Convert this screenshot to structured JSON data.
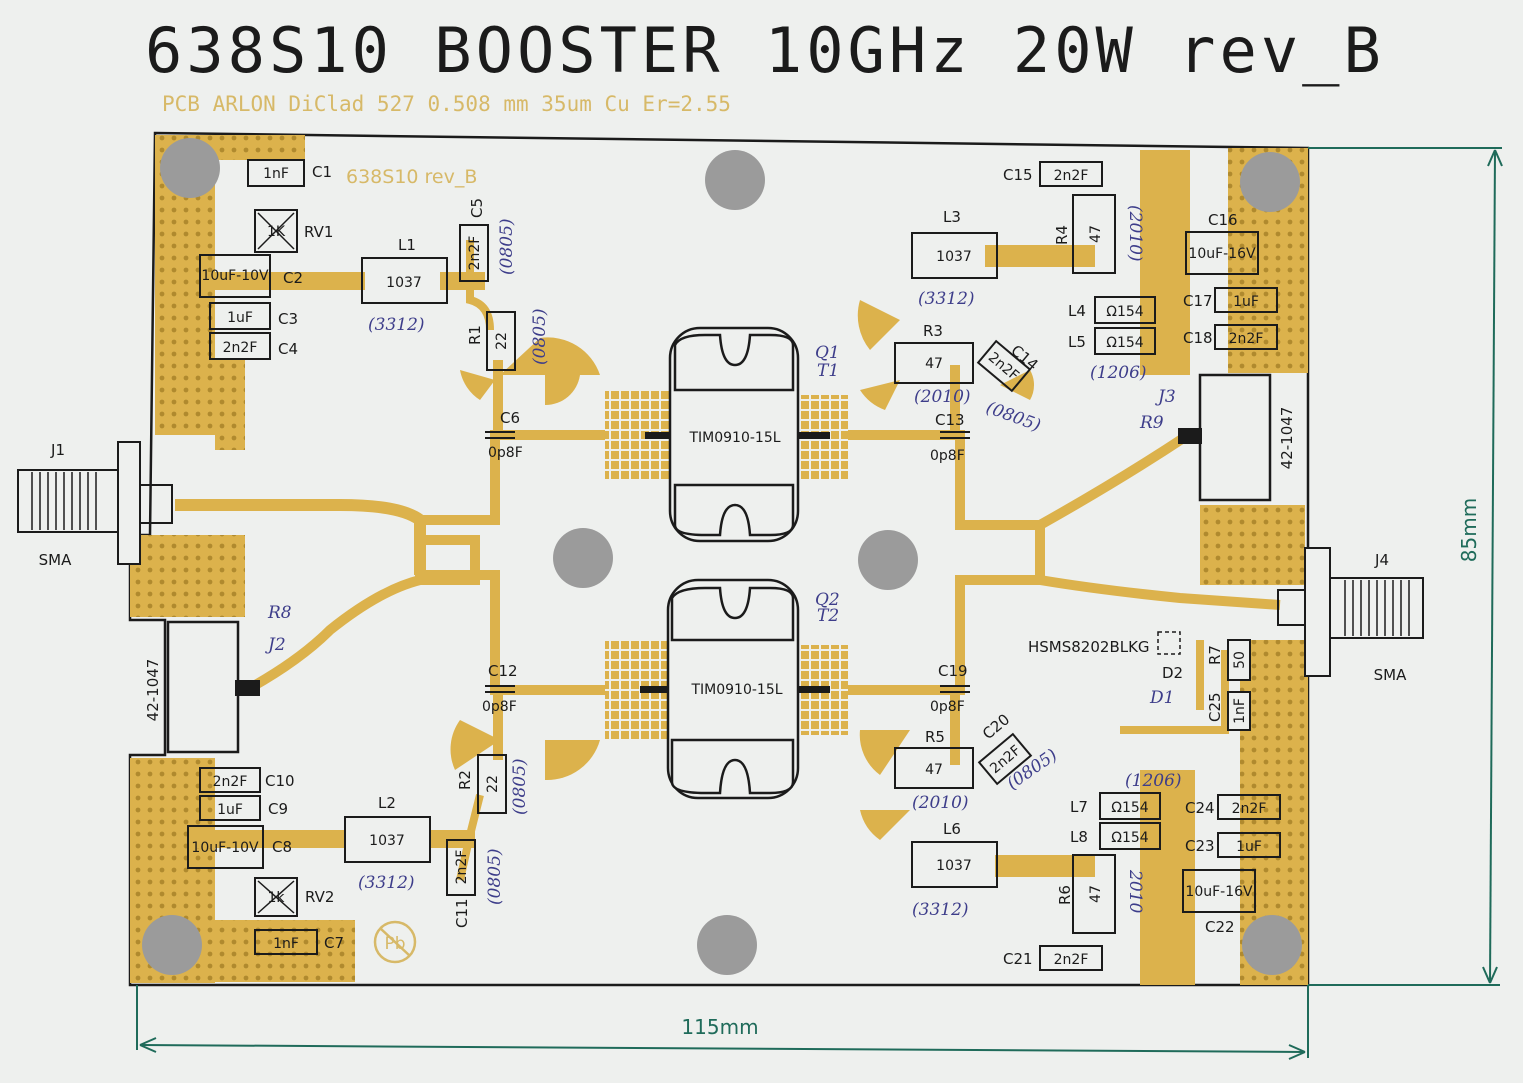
{
  "title": "638S10 BOOSTER 10GHz 20W rev_B",
  "subtitle": "PCB ARLON DiClad 527 0.508 mm 35um Cu  Er=2.55",
  "board_label": "638S10 rev_B",
  "dimensions": {
    "width": "115mm",
    "height": "85mm"
  },
  "transistors": [
    {
      "part": "TIM0910-15L",
      "ref": "Q1",
      "alt": "T1"
    },
    {
      "part": "TIM0910-15L",
      "ref": "Q2",
      "alt": "T2"
    }
  ],
  "connectors": {
    "j1": "J1",
    "j1_type": "SMA",
    "j4": "J4",
    "j4_type": "SMA",
    "j2": "J2",
    "j2_part": "42-1047",
    "j2_note": "R8",
    "j3": "J3",
    "j3_part": "42-1047",
    "j3_note": "R9"
  },
  "components": {
    "c1": "C1",
    "c1_val": "1nF",
    "rv1": "RV1",
    "rv1_val": "1K",
    "c2": "C2",
    "c2_val": "10uF-10V",
    "c3": "C3",
    "c3_val": "1uF",
    "c4": "C4",
    "c4_val": "2n2F",
    "c5": "C5",
    "c5_val": "2n2F",
    "l1": "L1",
    "l1_val": "1037",
    "r1": "R1",
    "r1_val": "22",
    "c6": "C6",
    "c6_val": "0p8F",
    "c10": "C10",
    "c10_val": "2n2F",
    "c9": "C9",
    "c9_val": "1uF",
    "c8": "C8",
    "c8_val": "10uF-10V",
    "rv2": "RV2",
    "rv2_val": "1k",
    "c7": "C7",
    "c7_val": "1nF",
    "l2": "L2",
    "l2_val": "1037",
    "r2": "R2",
    "r2_val": "22",
    "c11": "C11",
    "c11_val": "2n2F",
    "c12": "C12",
    "c12_val": "0p8F",
    "c15": "C15",
    "c15_val": "2n2F",
    "l3": "L3",
    "l3_val": "1037",
    "r4": "R4",
    "r4_val": "47",
    "c16": "C16",
    "c16_val": "10uF-16V",
    "l4": "L4",
    "l4_val": "Ω154",
    "l5": "L5",
    "l5_val": "Ω154",
    "c17": "C17",
    "c17_val": "1uF",
    "c18": "C18",
    "c18_val": "2n2F",
    "r3": "R3",
    "r3_val": "47",
    "c14": "C14",
    "c14_val": "2n2F",
    "c13": "C13",
    "c13_val": "0p8F",
    "c19": "C19",
    "c19_val": "0p8F",
    "r5": "R5",
    "r5_val": "47",
    "c20": "C20",
    "c20_val": "2n2F",
    "l6": "L6",
    "l6_val": "1037",
    "l7": "L7",
    "l7_val": "Ω154",
    "l8": "L8",
    "l8_val": "Ω154",
    "r6": "R6",
    "r6_val": "47",
    "c24": "C24",
    "c24_val": "2n2F",
    "c23": "C23",
    "c23_val": "1uF",
    "c22": "C22",
    "c22_val": "10uF-16V",
    "c21": "C21",
    "c21_val": "2n2F",
    "hsms": "HSMS8202BLKG",
    "d2": "D2",
    "d1": "D1",
    "r7": "R7",
    "r7_val": "50",
    "c25": "C25",
    "c25_val": "1nF"
  },
  "notes": {
    "p3312": "(3312)",
    "p0805": "(0805)",
    "p2010": "(2010)",
    "p1206": "(1206)",
    "d2010": "2010"
  },
  "pb_mark": "Pb",
  "colors": {
    "copper": "#dcb24c",
    "paper": "#eef0ee",
    "ink": "#1b1b1b",
    "pen": "#3d3d8a",
    "dim": "#1f6b5a",
    "hole": "#9b9b9b"
  }
}
